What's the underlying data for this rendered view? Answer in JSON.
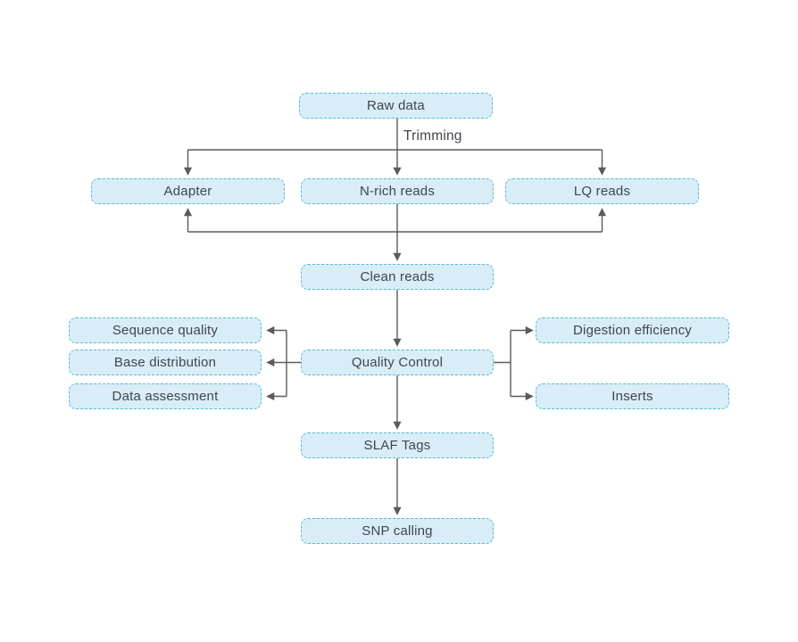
{
  "diagram": {
    "type": "flowchart",
    "nodes": {
      "raw_data": {
        "label": "Raw data"
      },
      "adapter": {
        "label": "Adapter"
      },
      "n_rich_reads": {
        "label": "N-rich reads"
      },
      "lq_reads": {
        "label": "LQ reads"
      },
      "clean_reads": {
        "label": "Clean reads"
      },
      "sequence_quality": {
        "label": "Sequence quality"
      },
      "base_distribution": {
        "label": "Base distribution"
      },
      "data_assessment": {
        "label": "Data assessment"
      },
      "quality_control": {
        "label": "Quality Control"
      },
      "digestion_efficiency": {
        "label": "Digestion efficiency"
      },
      "inserts": {
        "label": "Inserts"
      },
      "slaf_tags": {
        "label": "SLAF Tags"
      },
      "snp_calling": {
        "label": "SNP calling"
      }
    },
    "edge_labels": {
      "trimming": "Trimming"
    },
    "edges": [
      [
        "raw_data",
        "adapter"
      ],
      [
        "raw_data",
        "n_rich_reads"
      ],
      [
        "raw_data",
        "lq_reads"
      ],
      [
        "n_rich_reads",
        "clean_reads"
      ],
      [
        "branch_line",
        "adapter"
      ],
      [
        "branch_line",
        "lq_reads"
      ],
      [
        "clean_reads",
        "quality_control"
      ],
      [
        "quality_control",
        "sequence_quality"
      ],
      [
        "quality_control",
        "base_distribution"
      ],
      [
        "quality_control",
        "data_assessment"
      ],
      [
        "quality_control",
        "digestion_efficiency"
      ],
      [
        "quality_control",
        "inserts"
      ],
      [
        "quality_control",
        "slaf_tags"
      ],
      [
        "slaf_tags",
        "snp_calling"
      ]
    ],
    "colors": {
      "node_fill": "#d9edf8",
      "node_border": "#54bcd4",
      "text": "#3f464c",
      "arrow": "#595b5e",
      "background": "#ffffff"
    }
  }
}
